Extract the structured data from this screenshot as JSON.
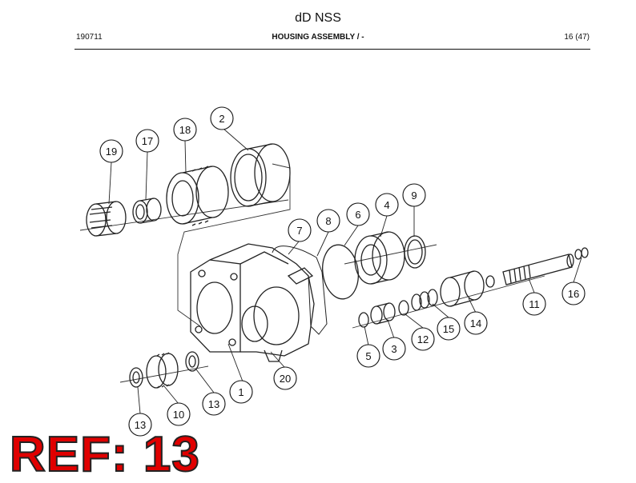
{
  "header": {
    "title": "dD NSS",
    "code": "190711",
    "section": "HOUSING ASSEMBLY / -",
    "page": "16 (47)"
  },
  "callouts": [
    "1",
    "2",
    "3",
    "4",
    "5",
    "6",
    "7",
    "8",
    "9",
    "10",
    "11",
    "12",
    "13",
    "13",
    "14",
    "15",
    "16",
    "17",
    "18",
    "19",
    "20"
  ],
  "reference": {
    "text": "REF: 13",
    "color": "#e00000"
  }
}
